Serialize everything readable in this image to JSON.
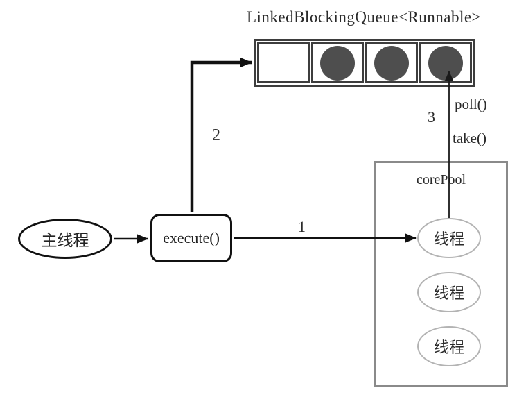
{
  "queue": {
    "title": "LinkedBlockingQueue<Runnable>",
    "cells": [
      "empty",
      "task",
      "task",
      "task"
    ]
  },
  "main_thread": {
    "label": "主线程"
  },
  "execute": {
    "label": "execute()"
  },
  "core_pool": {
    "title": "corePool",
    "threads": [
      "线程",
      "线程",
      "线程"
    ]
  },
  "arrows": {
    "step1": "1",
    "step2": "2",
    "step3": "3",
    "poll": "poll()",
    "take": "take()"
  },
  "colors": {
    "line": "#111111",
    "thin_line": "#2a2a2a",
    "queue_border": "#3d3d3d",
    "task_fill": "#4e4e4e",
    "pool_border": "#8a8a8a",
    "thread_border": "#b3b3b3"
  }
}
